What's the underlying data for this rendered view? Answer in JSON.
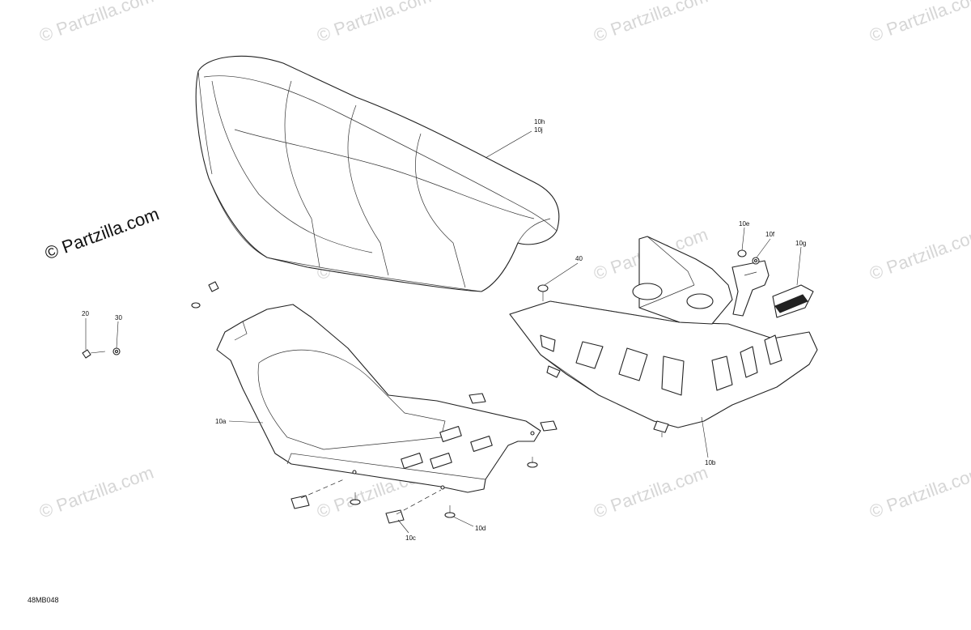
{
  "watermark": {
    "main": "© Partzilla.com",
    "faint": "© Partzilla.com"
  },
  "callouts": {
    "c10h": "10h",
    "c10j": "10j",
    "c10e": "10e",
    "c10f": "10f",
    "c10g": "10g",
    "c40": "40",
    "c20": "20",
    "c30": "30",
    "c10a": "10a",
    "c10b": "10b",
    "c10c": "10c",
    "c10d": "10d"
  },
  "drawing_code": "48MB048",
  "colors": {
    "line": "#222222",
    "watermark_faint": "#d6d6d6",
    "background": "#ffffff"
  }
}
